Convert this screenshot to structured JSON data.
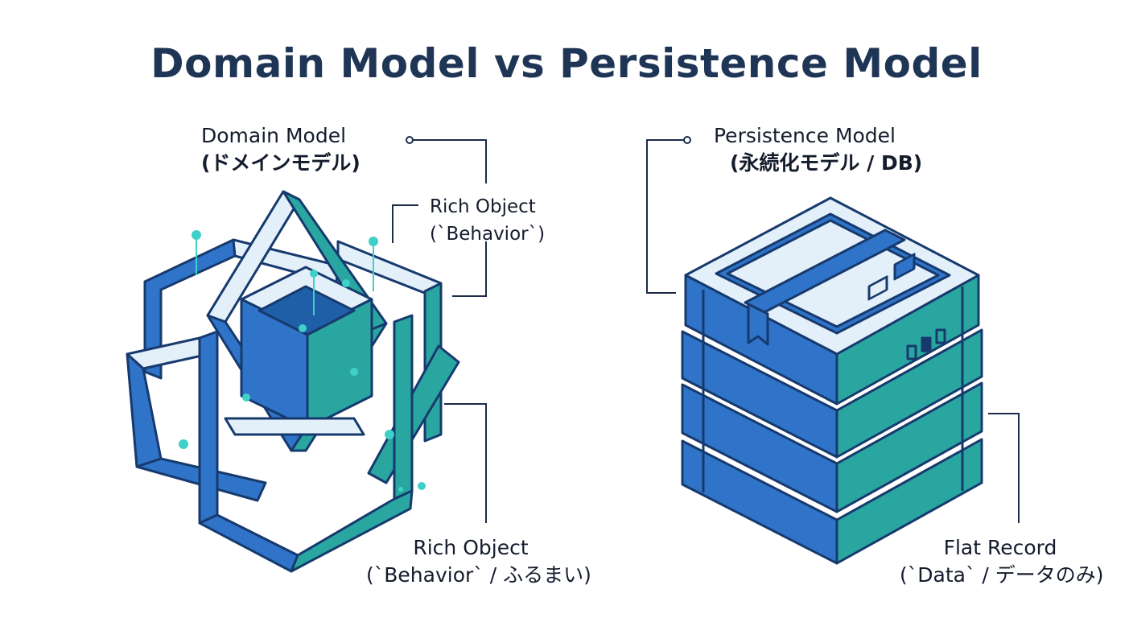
{
  "title": "Domain Model vs Persistence Model",
  "left": {
    "heading": "Domain Model",
    "subheading": "(ドメインモデル)",
    "callout_top": {
      "line1": "Rich Object",
      "line2": "(`Behavior`)"
    },
    "callout_bottom": {
      "line1": "Rich Object",
      "line2": "(`Behavior` / ふるまい)"
    }
  },
  "right": {
    "heading": "Persistence Model",
    "subheading": "(永続化モデル / DB)",
    "callout_bottom": {
      "line1": "Flat Record",
      "line2": "(`Data` / データのみ)"
    }
  },
  "colors": {
    "title": "#1f3556",
    "outline": "#173a6e",
    "blue": "#2f74c8",
    "teal": "#2aa6a0",
    "pale": "#e3f0fa",
    "glow": "#3fd0c8",
    "connector": "#1c2b4a"
  }
}
